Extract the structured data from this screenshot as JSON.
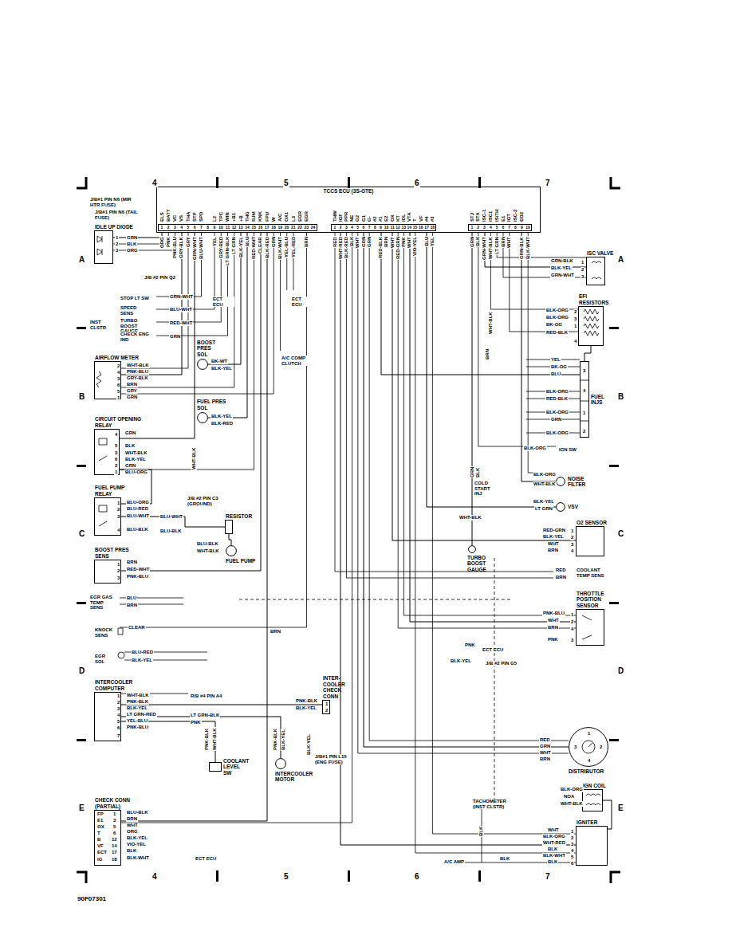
{
  "diagram": {
    "nodes": [
      {
        "text": [
          "TCCS ECU (3S-GTE)"
        ]
      },
      {
        "text": [
          "IDLE UP DIODE"
        ]
      },
      {
        "text": [
          "ISC VALVE"
        ]
      },
      {
        "text": [
          "EFI RESISTORS"
        ]
      },
      {
        "text": [
          "BOOST PRES SOL"
        ]
      },
      {
        "text": [
          "AIRFLOW METER"
        ]
      },
      {
        "text": [
          "FUEL INJS"
        ]
      },
      {
        "text": [
          "FUEL PRES SOL"
        ]
      },
      {
        "text": [
          "CIRCUIT OPENING RELAY"
        ]
      },
      {
        "text": [
          "NOISE FILTER"
        ]
      },
      {
        "text": [
          "FUEL PUMP RELAY"
        ]
      },
      {
        "text": [
          "VSV"
        ]
      },
      {
        "text": [
          "RESISTOR"
        ]
      },
      {
        "text": [
          "O2 SENSOR"
        ]
      },
      {
        "text": [
          "FUEL PUMP"
        ]
      },
      {
        "text": [
          "TURBO BOOST GAUGE"
        ]
      },
      {
        "text": [
          "BOOST PRES SENS"
        ]
      },
      {
        "text": [
          "THROTTLE POSITION SENSOR"
        ]
      },
      {
        "text": [
          "INTERCOOLER COMPUTER"
        ]
      },
      {
        "text": [
          "INTER-COOLER CHECK CONN"
        ]
      },
      {
        "text": [
          "DISTRIBUTOR"
        ]
      },
      {
        "text": [
          "COOLANT LEVEL SW"
        ]
      },
      {
        "text": [
          "INTERCOOLER MOTOR"
        ]
      },
      {
        "text": [
          "IGN COIL"
        ]
      },
      {
        "text": [
          "CHECK CONN (PARTIAL)"
        ]
      },
      {
        "text": [
          "IGNITER"
        ]
      }
    ],
    "edges": [
      {
        "from": 0,
        "to": 1,
        "arrow": "none"
      },
      {
        "from": 0,
        "to": 2,
        "arrow": "none"
      },
      {
        "from": 0,
        "to": 4,
        "arrow": "none"
      },
      {
        "from": 0,
        "to": 5,
        "arrow": "none"
      },
      {
        "from": 3,
        "to": 6,
        "arrow": "none"
      },
      {
        "from": 0,
        "to": 6,
        "arrow": "none"
      },
      {
        "from": 0,
        "to": 7,
        "arrow": "none"
      },
      {
        "from": 0,
        "to": 8,
        "arrow": "none"
      },
      {
        "from": 8,
        "to": 10,
        "arrow": "none"
      },
      {
        "from": 0,
        "to": 9,
        "arrow": "none"
      },
      {
        "from": 10,
        "to": 12,
        "arrow": "none"
      },
      {
        "from": 0,
        "to": 11,
        "arrow": "none"
      },
      {
        "from": 12,
        "to": 14,
        "arrow": "none"
      },
      {
        "from": 0,
        "to": 13,
        "arrow": "none"
      },
      {
        "from": 0,
        "to": 15,
        "arrow": "none"
      },
      {
        "from": 0,
        "to": 16,
        "arrow": "none"
      },
      {
        "from": 0,
        "to": 17,
        "arrow": "none"
      },
      {
        "from": 18,
        "to": 19,
        "arrow": "none"
      },
      {
        "from": 18,
        "to": 22,
        "arrow": "none"
      },
      {
        "from": 18,
        "to": 21,
        "arrow": "none"
      },
      {
        "from": 0,
        "to": 20,
        "arrow": "none"
      },
      {
        "from": 0,
        "to": 24,
        "arrow": "none"
      },
      {
        "from": 25,
        "to": 23,
        "arrow": "none"
      },
      {
        "from": 0,
        "to": 25,
        "arrow": "none"
      }
    ],
    "labels": [
      "4",
      "5",
      "6",
      "7",
      "4",
      "5",
      "6",
      "7",
      "A",
      "A",
      "B",
      "B",
      "C",
      "C",
      "D",
      "D",
      "E",
      "E",
      "90F07301",
      "ELS",
      "BATT",
      "VC",
      "VS",
      "THA",
      "STP",
      "SPD",
      "L2",
      "TPC",
      "WIN",
      "+B1",
      "+B",
      "THG",
      "RJM",
      "KNK",
      "FPU",
      "W",
      "A/C",
      "OX1",
      "L3",
      "EGR",
      "EGR",
      "1",
      "2",
      "3",
      "4",
      "5",
      "6",
      "7",
      "8",
      "9",
      "10",
      "11",
      "12",
      "13",
      "14",
      "15",
      "16",
      "17",
      "18",
      "19",
      "20",
      "21",
      "22",
      "23",
      "24",
      "THW",
      "IGF",
      "PPR",
      "NE",
      "G2",
      "G1",
      "G-",
      "#2",
      "#1",
      "E2",
      "OX",
      "KT",
      "IDL",
      "VTA",
      "T",
      "VF",
      "#4",
      "#3",
      "1",
      "2",
      "3",
      "4",
      "5",
      "6",
      "7",
      "8",
      "9",
      "10",
      "11",
      "12",
      "13",
      "14",
      "15",
      "16",
      "17",
      "18",
      "STJ",
      "STA",
      "ISC-1",
      "ISC1",
      "IS/TH",
      "E1",
      "IGT",
      "ISC-2",
      "EO2",
      "1",
      "2",
      "3",
      "4",
      "5",
      "6",
      "7",
      "8",
      "9",
      "10",
      "ORG",
      "PNK",
      "PNK-BLU",
      "GRY-BLK",
      "GRY",
      "GRN-WHT",
      "BLU-WHT",
      "YEL",
      "GRY-RED",
      "LT GRN-BLK",
      "LT GRN",
      "BLK-YEL",
      "BLU",
      "RED-WHT",
      "CLEAR",
      "BLK-RED",
      "GRN",
      "BLK-WHT",
      "YEL-BLU",
      "YEL-RED",
      "BRN",
      "RED",
      "WHT-RED",
      "BLK-RED",
      "BLK",
      "WHT",
      "GRN",
      "GRN",
      "RED-BLK",
      "BRN",
      "WHT",
      "RED-GRN",
      "PNK",
      "WHT",
      "VIO-YEL",
      "BLU",
      "YEL",
      "GRN",
      "BLK",
      "GRN-WHT",
      "WHT-BLK",
      "LT GRN",
      "BRN",
      "WHT",
      "GRN-BLK",
      "BLK-WHT",
      "J/B#1 PIN N6 (MIR HTR FUSE)",
      "J/B#1 PIN N6 (TAIL FUSE)",
      "1",
      "2",
      "3",
      "GRN",
      "BLK",
      "ORG",
      "J/B #2 PIN Q2",
      "STOP LT SW",
      "GRN-WHT",
      "SPEED SENS",
      "BLU-WHT",
      "TURBO BOOST GAUGE",
      "RED-WHT",
      "CHECK ENG IND",
      "GRN",
      "INST CLSTR",
      "ECT ECU",
      "ECT ECU",
      "A/C COMP CLUTCH",
      "BK-WT",
      "BLK-YEL",
      "2",
      "4",
      "3",
      "6",
      "5",
      "1",
      "WHT-BLK",
      "PNK-BLU",
      "GRY-BLK",
      "BRN",
      "GRY",
      "GRN",
      "BLK-YEL",
      "BLK-RED",
      "4",
      "5",
      "3",
      "6",
      "2",
      "1",
      "GRN",
      "BLK",
      "WHT-BLK",
      "BLK-YEL",
      "GRN",
      "BLU-ORG",
      "WHT-BLK",
      "J/B #2 PIN C3 (GROUND)",
      "1",
      "2",
      "3",
      "4",
      "BLU-ORG",
      "BLU-RED",
      "BLU-WHT",
      "BLU-BLK",
      "BLU-WHT",
      "BLU-BLK",
      "BLU-BLK",
      "WHT-BLK",
      "1",
      "2",
      "3",
      "BRN",
      "RED-WHT",
      "PNK-BLU",
      "EGR GAS TEMP SENS",
      "BLU",
      "BRN",
      "KNOCK SENS",
      "CLEAR",
      "EGR SOL",
      "BLU-RED",
      "BLK-YEL",
      "BRN",
      "1",
      "2",
      "3",
      "4",
      "5",
      "6",
      "7",
      "WHT-BLK",
      "PNK-BLK",
      "BLK-YEL",
      "LT GRN-RED",
      "YEL-BLU",
      "PNK-BLU",
      "R/B #4 PIN A4",
      "LT GRN-BLK",
      "PNK",
      "PNK-BLK",
      "BLK-YEL",
      "1",
      "2",
      "PNK-BLK",
      "WHT-BLK",
      "PNK-BLK",
      "BLK-YEL",
      "BLK-YEL",
      "J/B#1 PIN L15 (ENG FUSE)",
      "FP",
      "E1",
      "OX",
      "T",
      "B",
      "VF",
      "ECT",
      "IG",
      "1",
      "3",
      "5",
      "6",
      "12",
      "14",
      "17",
      "18",
      "BLU-BLK",
      "BRN",
      "WHT",
      "ORG",
      "BLK-YEL",
      "VIO-YEL",
      "BLK",
      "BLK-WHT",
      "ECT ECU",
      "1",
      "2",
      "3",
      "GRN-BLK",
      "BLK-YEL",
      "GRN-WHT",
      "2",
      "3",
      "1",
      "4",
      "BLK-ORG",
      "BLK-ORG",
      "BK-OG",
      "RED-BLK",
      "WHT-BLK",
      "BRN",
      "YEL",
      "BK-OG",
      "BLU",
      "BLK-ORG",
      "RED-BLK",
      "BLK-ORG",
      "GRN",
      "BLK-ORG",
      "3",
      "4",
      "1",
      "2",
      "IGN SW",
      "BLK-ORG",
      "BLK-ORG",
      "WHT-BLK",
      "GRN",
      "BLK",
      "COLD START INJ",
      "BLK-YEL",
      "LT GRN",
      "WHT-BLK",
      "1",
      "2",
      "3",
      "4",
      "RED-GRN",
      "BLK-YEL",
      "WHT",
      "BRN",
      "RED",
      "BRN",
      "COOLANT TEMP SENS",
      "1",
      "2",
      "4",
      "3",
      "PNK-BLU",
      "WHT",
      "BRN",
      "PNK",
      "PNK",
      "ECT ECU",
      "BLK-YEL",
      "J/B #2 PIN G5",
      "RED",
      "GRN",
      "WHT",
      "BRN",
      "1",
      "2",
      "3",
      "4",
      "BLK-ORG",
      "NOA",
      "WHT-BLK",
      "TACHOMETER (INST CLSTR)",
      "BLK",
      "1",
      "2",
      "3",
      "4",
      "5",
      "6",
      "WHT",
      "BLK-ORG",
      "WHT-RED",
      "BLK",
      "BLK-WHT",
      "BLK",
      "A/C AMP",
      "BLK"
    ]
  }
}
